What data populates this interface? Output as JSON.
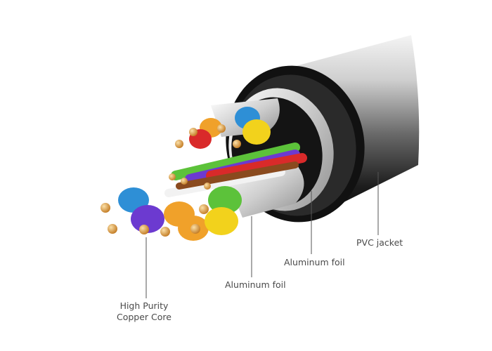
{
  "labels": {
    "copper_line1": "High Purity",
    "copper_line2": "Copper Core",
    "foil_inner": "Aluminum foil",
    "foil_outer": "Aluminum foil",
    "jacket": "PVC jacket"
  },
  "colors": {
    "jacket": "#1a1a1a",
    "jacket_highlight": "#e8e8e8",
    "foil": "#d6d6d6",
    "copper": "#e0a04a",
    "leader": "#555555",
    "wire_blue": "#2e8fd6",
    "wire_yellow": "#f2d21c",
    "wire_orange": "#f0a12a",
    "wire_green": "#5cc23a",
    "wire_purple": "#6c3ad0",
    "wire_red": "#d92a2a",
    "wire_white": "#f2f2f2",
    "wire_brown": "#8a4a1e"
  }
}
